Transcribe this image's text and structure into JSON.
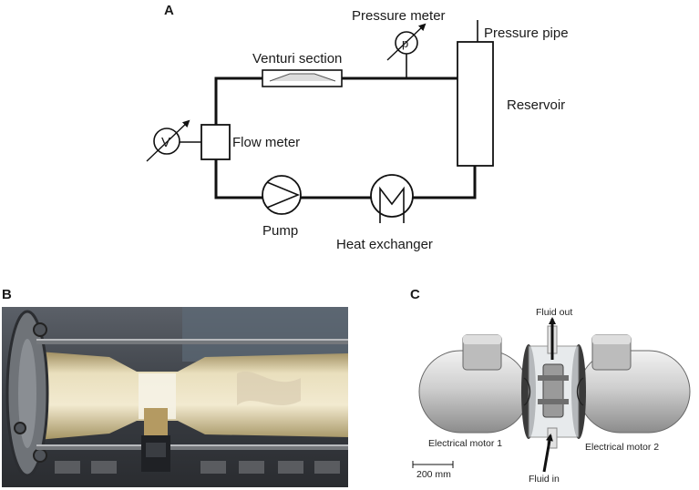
{
  "panels": {
    "a": "A",
    "b": "B",
    "c": "C"
  },
  "schematic": {
    "pressure_meter": "Pressure meter",
    "pressure_meter_symbol": "p",
    "pressure_pipe": "Pressure pipe",
    "venturi_section": "Venturi section",
    "reservoir": "Reservoir",
    "flow_meter": "Flow meter",
    "flow_meter_symbol": "V",
    "pump": "Pump",
    "heat_exchanger": "Heat exchanger"
  },
  "rotor": {
    "fluid_out": "Fluid out",
    "fluid_in": "Fluid in",
    "motor_1": "Electrical motor 1",
    "motor_2": "Electrical motor 2",
    "scale_bar": "200 mm"
  },
  "colors": {
    "line": "#111111",
    "photo_bg": "#3b3f46",
    "tube": "#e8dcb5",
    "motor_body": "#c9c9c9"
  }
}
